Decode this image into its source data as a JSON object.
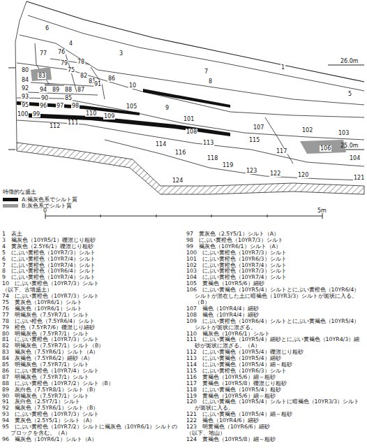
{
  "diagram": {
    "labels": [
      "6",
      "4",
      "77",
      "76",
      "3",
      "78",
      "79",
      "80",
      "83",
      "75",
      "82",
      "81",
      "84",
      "92",
      "94",
      "89",
      "88",
      "87",
      "91",
      "86",
      "10",
      "93",
      "90",
      "85",
      "95",
      "96",
      "97",
      "98",
      "100",
      "99",
      "110",
      "109",
      "105",
      "9",
      "1",
      "8",
      "7",
      "5",
      "112",
      "111",
      "101",
      "108",
      "113",
      "107",
      "115",
      "102",
      "103",
      "104",
      "106",
      "114",
      "116",
      "117",
      "118",
      "119",
      "123",
      "122",
      "120",
      "121",
      "124",
      "26.0m",
      "25.0m",
      "特徴的な盛土",
      "0",
      "5m",
      "1　表土",
      "3　褐灰色（10YR5/1）礫混じり粗砂",
      "4　黄灰色（2.5Y6/1）礫混じり粗砂",
      "5　にぶい黄橙色（10YR7/3）シルト",
      "6　にぶい黄橙色（10YR7/4）シルト",
      "7　にぶい黄橙色（10YR7/4）シルト",
      "8　にぶい黄橙色（10YR6/4）シルト",
      "9　にぶい黄橙色（10YR7/4）シルト",
      "10　にぶい黄橙色（10YR7/3）シルト",
      "（以下、古墳盛土）",
      "74　にぶい黄橙色（10YR7/3）シルト",
      "75　黄灰色（10YR6/1）シルト",
      "76　褐灰色（10YR6/1）シルト",
      "77　明褐灰色（7.5YR7/1）シルト",
      "78　にぶい橙色（7.5YR6/4）シルト",
      "79　橙色（7.5YR7/6）礫混じり細砂",
      "80　明褐灰色（7.5YR7/1）シルト",
      "81　にぶい黄橙色（10YR7/3）シルト",
      "82　明褐灰色（7.5YR7/1）シルト（B）",
      "83　褐灰色（7.5YR6/1）シルト（A）",
      "84　灰褐色（7.5YR6/2）細砂（A）",
      "85　明褐灰色（7.5YR7/1）シルト",
      "86　にぶい黄橙色（10YR7/4）シルト",
      "87　明褐灰色（7.5YR7/1）シルト",
      "88　にぶい黄橙色（10YR7/2）シルト（B）",
      "89　灰白色（7.5YR8/1）シルト（B）",
      "90　明褐灰色（7.5YR7/1）シルト",
      "91　灰白色（2.5Y7/1）シルト",
      "92　褐灰色（7.5YR6/1）シルト（B）",
      "93　にぶい黄橙色（10YR7/3）シルト",
      "94　黄灰色（2.5Y5/1）シルト（A）",
      "95　にぶい黄橙色（10YR7/2）シルトに褐灰色（10YR6/1）シルトのブロックを含む。（A）",
      "96　褐灰色（10YR6/1）シルト（A）",
      "97　黄灰色（2.5Y5/1）シルト（A）",
      "98　にぶい黄橙色（10YR7/3）シルト",
      "99　褐灰色（10YR6/1）シルト（A）",
      "100　にぶい黄橙色（10YR7/3）シルト",
      "101　にぶい黄橙色（10YR6/3）シルト",
      "102　にぶい黄橙色（10YR7/4）シルト",
      "103　にぶい黄橙色（10YR7/3）シルト",
      "104　にぶい黄橙色（10YR7/4）シルト",
      "105　黄褐色（10YR5/6）細砂",
      "106　にぶい黄褐色（10YR5/4）シルトとにぶい黄橙色（10YR6/4）シルトが混在した土に暗褐色（10YR3/3）シルトが斑状に入る。（B）",
      "107　褐色（10YR4/4）細砂",
      "108　褐色（10YR4/4）細砂",
      "109　にぶい黄橙色（10YR6/4）シルトとにぶい黄褐色（10YR5/4）シルトが斑状に混ざる。",
      "110　褐灰色（10YR6/1）シルト",
      "111　にぶい黄褐色（10YR5/4）細砂とにぶい黄褐色（10YR4/3）細砂が斑状に混ざる。（A）",
      "112　にぶい黄褐色（10YR5/4）礫混じり粗砂",
      "113　にぶい黄褐色（10YR5/4）細砂",
      "114　にぶい黄褐色（10YR5/4）細～粗砂",
      "115　にぶい黄橙色（10YR6/3）シルト",
      "116　黄褐色（10YR5/6）細～粗砂",
      "117　黄褐色（10YR5/8）礫混じり粗砂",
      "118　にぶい黄褐色（10YR5/4）粗砂",
      "119　黄褐色（10YR5/6）細～粗砂",
      "120　にぶい黄褐色（10YR5/4）シルトに暗褐色（10YR3/3）シルトが斑状に入る。",
      "121　にぶい黄褐色（10YR5/4）細～粗砂",
      "122　褐色（10YR4/6）細砂",
      "123　明黄褐色（10YR6/6）細砂",
      "（以下、地山）",
      "124　黄褐色（10YR5/8）細～粗砂"
    ],
    "legend": [
      {
        "text": "A:褐灰色系でシルト質",
        "color": "#111111"
      },
      {
        "text": "B:灰色系でシルト質",
        "color": "#9a9a9a"
      }
    ]
  }
}
